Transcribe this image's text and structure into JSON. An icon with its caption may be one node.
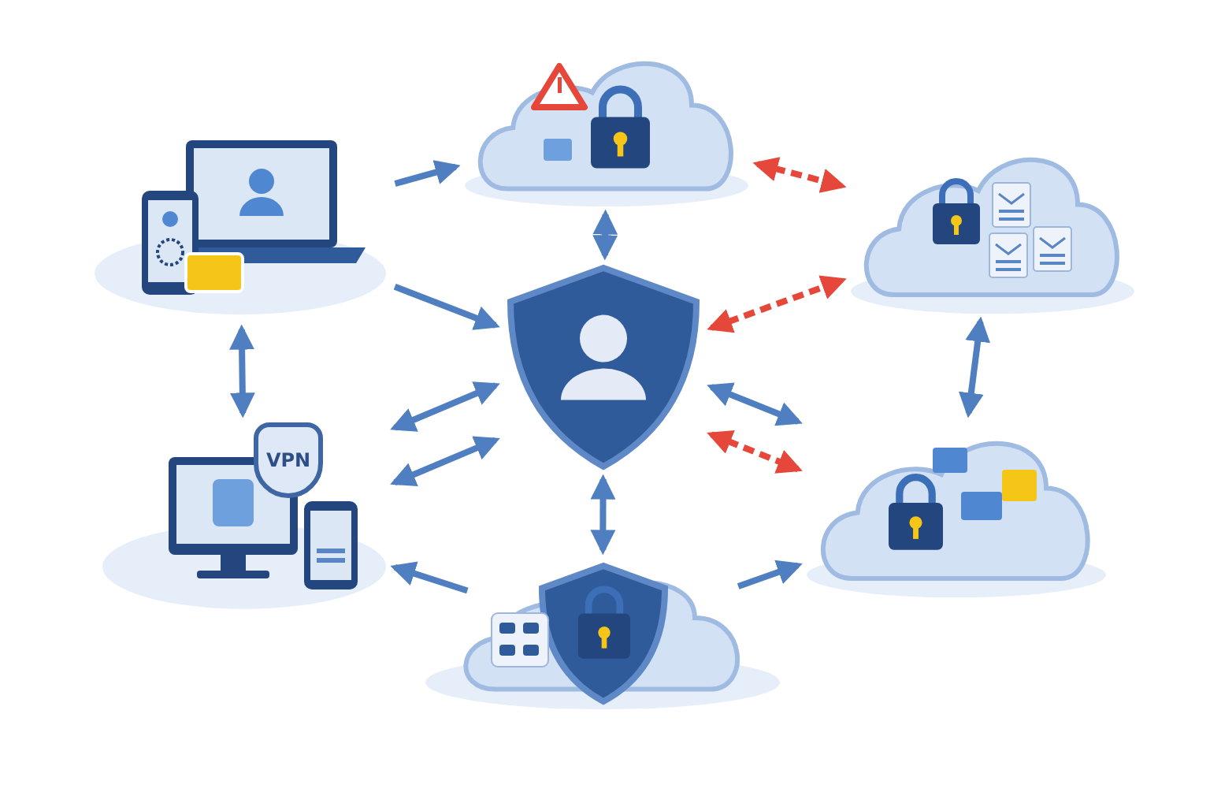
{
  "diagram": {
    "nodes": [
      {
        "text": [],
        "shape": "picture"
      },
      {
        "text": [],
        "shape": "picture"
      },
      {
        "text": [],
        "shape": "picture"
      },
      {
        "text": [],
        "shape": "picture"
      },
      {
        "text": [
          "VPN"
        ]
      },
      {
        "text": [],
        "shape": "picture"
      },
      {
        "text": [],
        "shape": "picture"
      }
    ],
    "edges": [
      {
        "from": 0,
        "to": 1,
        "arrow": "to"
      },
      {
        "from": 0,
        "to": 3,
        "arrow": "to"
      },
      {
        "from": 0,
        "to": 4,
        "arrow": "both"
      },
      {
        "from": 1,
        "to": 3,
        "arrow": "both"
      },
      {
        "from": 1,
        "to": 2,
        "arrow": "both",
        "style": "dashed",
        "color": "#e5483b"
      },
      {
        "from": 3,
        "to": 2,
        "arrow": "both",
        "style": "dashed",
        "color": "#e5483b"
      },
      {
        "from": 4,
        "to": 3,
        "arrow": "both"
      },
      {
        "from": 4,
        "to": 3,
        "arrow": "both"
      },
      {
        "from": 3,
        "to": 5,
        "arrow": "both"
      },
      {
        "from": 3,
        "to": 5,
        "arrow": "both",
        "style": "dashed",
        "color": "#e5483b"
      },
      {
        "from": 2,
        "to": 5,
        "arrow": "both"
      },
      {
        "from": 3,
        "to": 6,
        "arrow": "both"
      },
      {
        "from": 6,
        "to": 4,
        "arrow": "to"
      },
      {
        "from": 6,
        "to": 5,
        "arrow": "to"
      }
    ]
  }
}
